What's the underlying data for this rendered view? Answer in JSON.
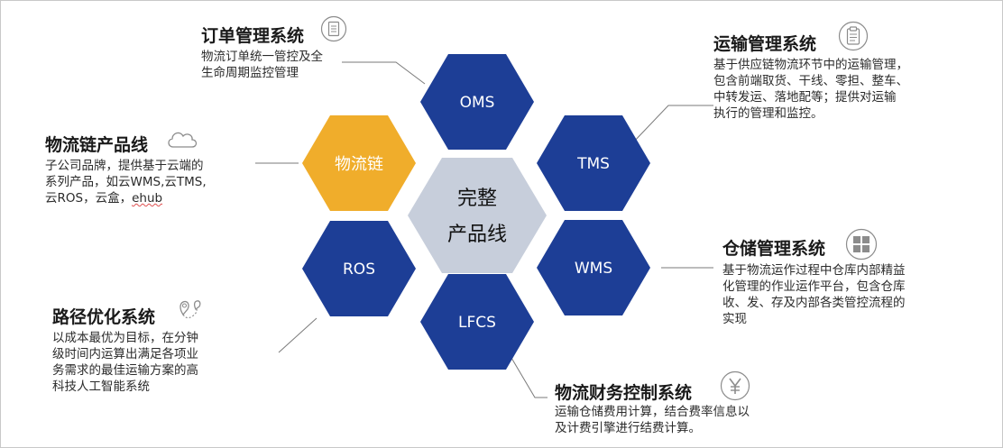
{
  "center": {
    "line1": "完整",
    "line2": "产品线"
  },
  "hexes": {
    "oms": "OMS",
    "tms": "TMS",
    "wms": "WMS",
    "lfcs": "LFCS",
    "ros": "ROS",
    "chain": "物流链"
  },
  "sections": {
    "order": {
      "title": "订单管理系统",
      "desc": [
        "物流订单统一管控及全",
        "生命周期监控管理"
      ],
      "icon": "document-icon"
    },
    "transport": {
      "title": "运输管理系统",
      "desc": [
        "基于供应链物流环节中的运输管理，",
        "包含前端取货、干线、零担、整车、",
        "中转发运、落地配等；提供对运输",
        "执行的管理和监控。"
      ],
      "icon": "clipboard-icon"
    },
    "chain": {
      "title": "物流链产品线",
      "desc": [
        "子公司品牌，提供基于云端的",
        "系列产品，如云WMS,云TMS,"
      ],
      "desc_last": "云ROS，云盒，",
      "desc_last_underlined": "ehub",
      "icon": "cloud-icon"
    },
    "warehouse": {
      "title": "仓储管理系统",
      "desc": [
        "基于物流运作过程中仓库内部精益",
        "化管理的作业运作平台，包含仓库",
        "收、发、存及内部各类管控流程的",
        "实现"
      ],
      "icon": "warehouse-grid-icon"
    },
    "route": {
      "title": "路径优化系统",
      "desc": [
        "以成本最优为目标，在分钟",
        "级时间内运算出满足各项业",
        "务需求的最佳运输方案的高",
        "科技人工智能系统"
      ],
      "icon": "map-pin-icon"
    },
    "finance": {
      "title": "物流财务控制系统",
      "desc": [
        "运输仓储费用计算，结合费率信息以",
        "及计费引擎进行结费计算。"
      ],
      "icon": "yen-icon"
    }
  },
  "colors": {
    "navy": "#1d3e96",
    "orange": "#f0ad2b",
    "center": "#c7cedb",
    "line": "#7a7a7a",
    "icon": "#8c8c8c"
  }
}
